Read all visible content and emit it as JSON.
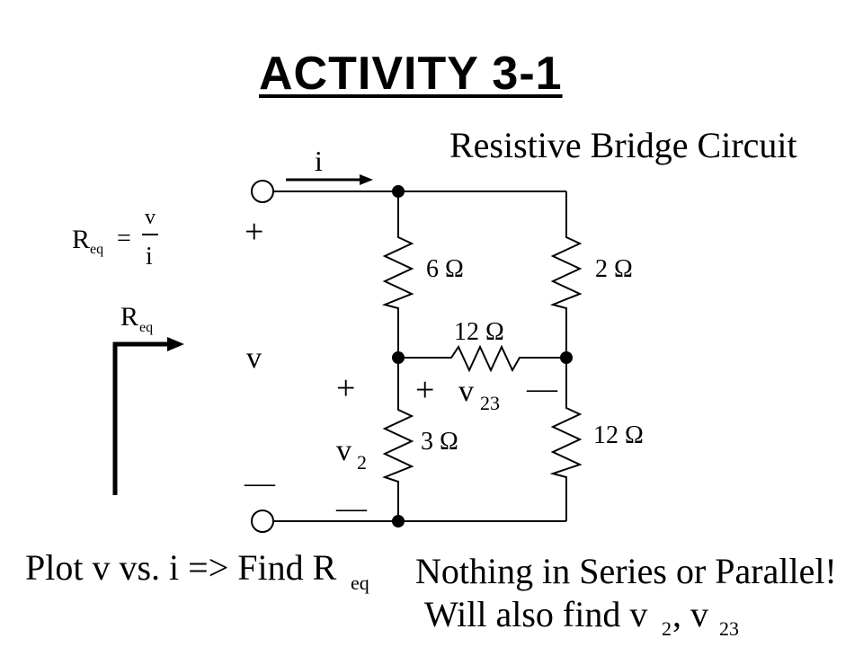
{
  "slide": {
    "title": "ACTIVITY 3-1"
  },
  "diagram": {
    "circuit_title": "Resistive Bridge Circuit",
    "current_label": "i",
    "req_formula": {
      "lhs": "R",
      "lhs_sub": "eq",
      "equals": "=",
      "numerator": "v",
      "denominator": "i"
    },
    "req_arrow_label": {
      "main": "R",
      "sub": "eq"
    },
    "source_voltage": {
      "plus": "+",
      "label": "v",
      "minus": "—"
    },
    "v2_label": {
      "plus": "+",
      "main": "v",
      "sub": "2",
      "minus": "—"
    },
    "v23_label": {
      "plus": "+",
      "main": "v",
      "sub": "23",
      "minus": "—"
    },
    "resistors": {
      "r_6": "6 Ω",
      "r_2": "2 Ω",
      "r_12_bridge": "12 Ω",
      "r_3": "3 Ω",
      "r_12_bottom": "12 Ω"
    }
  },
  "footer": {
    "plot_text": "Plot v vs. i => Find R",
    "plot_sub": "eq",
    "nothing_text": "Nothing in Series or Parallel!",
    "will_find_text": "Will also find v",
    "v2_sub": "2",
    "comma": ",  v",
    "v23_sub": "23"
  }
}
